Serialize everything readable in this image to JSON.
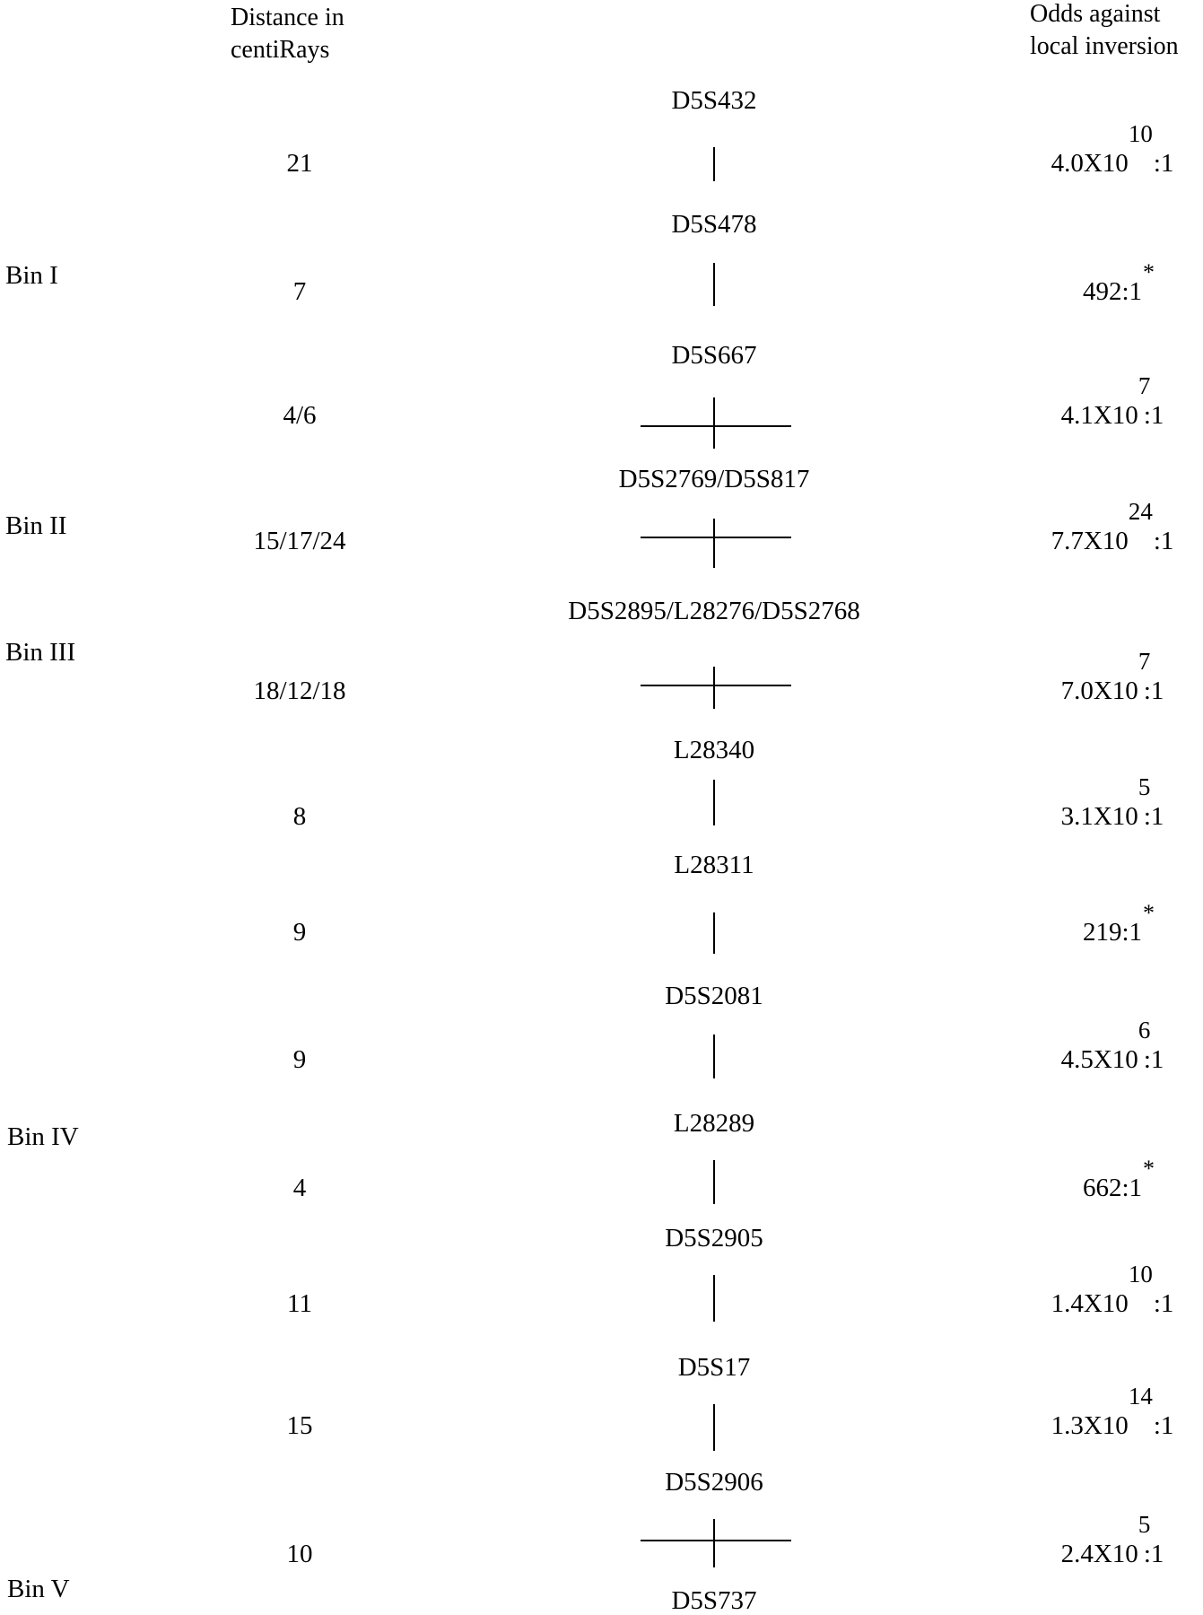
{
  "headers": {
    "distance": "Distance in\ncentiRays",
    "odds": "Odds against\nlocal inversion"
  },
  "markers": [
    "D5S432",
    "D5S478",
    "D5S667",
    "D5S2769/D5S817",
    "D5S2895/L28276/D5S2768",
    "L28340",
    "L28311",
    "D5S2081",
    "L28289",
    "D5S2905",
    "D5S17",
    "D5S2906",
    "D5S737"
  ],
  "intervals": [
    {
      "distance": "21",
      "style": "vertical",
      "odds_mantissa": "4.0X10",
      "odds_exponent": "10",
      "odds_ratio": ":1",
      "asterisk": ""
    },
    {
      "distance": "7",
      "style": "vertical",
      "odds_mantissa": "492:1",
      "odds_exponent": "",
      "odds_ratio": "",
      "asterisk": "*"
    },
    {
      "distance": "4/6",
      "style": "cross",
      "odds_mantissa": "4.1X10",
      "odds_exponent": "7",
      "odds_ratio": ":1",
      "asterisk": ""
    },
    {
      "distance": "15/17/24",
      "style": "cross",
      "odds_mantissa": "7.7X10",
      "odds_exponent": "24",
      "odds_ratio": ":1",
      "asterisk": ""
    },
    {
      "distance": "18/12/18",
      "style": "cross",
      "odds_mantissa": "7.0X10",
      "odds_exponent": "7",
      "odds_ratio": ":1",
      "asterisk": ""
    },
    {
      "distance": "8",
      "style": "vertical",
      "odds_mantissa": "3.1X10",
      "odds_exponent": "5",
      "odds_ratio": ":1",
      "asterisk": ""
    },
    {
      "distance": "9",
      "style": "vertical",
      "odds_mantissa": "219:1",
      "odds_exponent": "",
      "odds_ratio": "",
      "asterisk": "*"
    },
    {
      "distance": "9",
      "style": "vertical",
      "odds_mantissa": "4.5X10",
      "odds_exponent": "6",
      "odds_ratio": ":1",
      "asterisk": ""
    },
    {
      "distance": "4",
      "style": "vertical",
      "odds_mantissa": "662:1",
      "odds_exponent": "",
      "odds_ratio": "",
      "asterisk": "*"
    },
    {
      "distance": "11",
      "style": "vertical",
      "odds_mantissa": "1.4X10",
      "odds_exponent": "10",
      "odds_ratio": ":1",
      "asterisk": ""
    },
    {
      "distance": "15",
      "style": "vertical",
      "odds_mantissa": "1.3X10",
      "odds_exponent": "14",
      "odds_ratio": ":1",
      "asterisk": ""
    },
    {
      "distance": "10",
      "style": "cross",
      "odds_mantissa": "2.4X10",
      "odds_exponent": "5",
      "odds_ratio": ":1",
      "asterisk": ""
    }
  ],
  "bins": [
    "Bin I",
    "Bin II",
    "Bin III",
    "Bin IV",
    "Bin V"
  ]
}
